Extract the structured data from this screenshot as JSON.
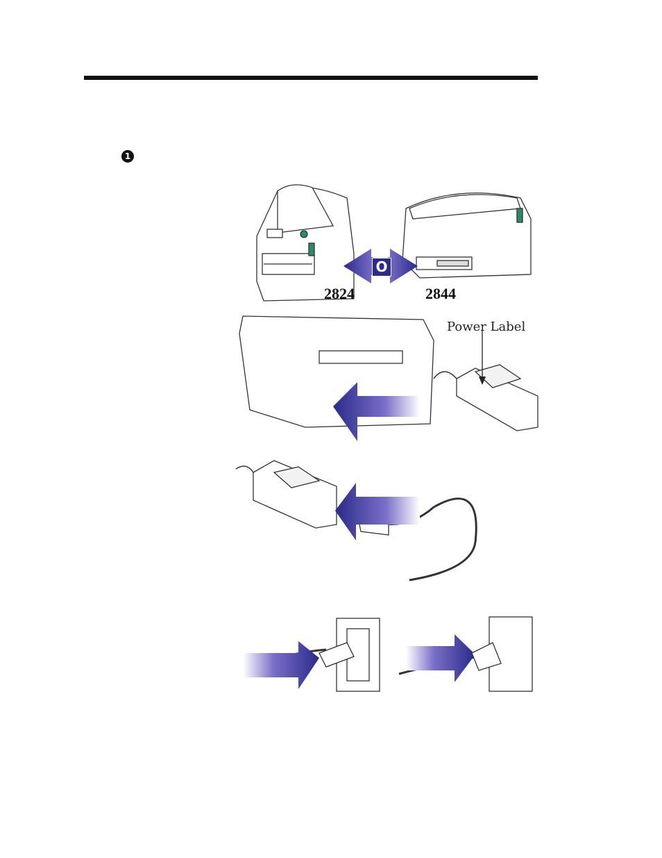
{
  "step": {
    "number": "1"
  },
  "figure1": {
    "left_model": "2824",
    "or_letter": "O",
    "right_model": "2844"
  },
  "figure2": {
    "callout": "Power Label"
  },
  "colors": {
    "arrow_dark": "#2a2a8a",
    "arrow_mid": "#6a5fb8",
    "rule": "#111111",
    "line": "#333333"
  }
}
